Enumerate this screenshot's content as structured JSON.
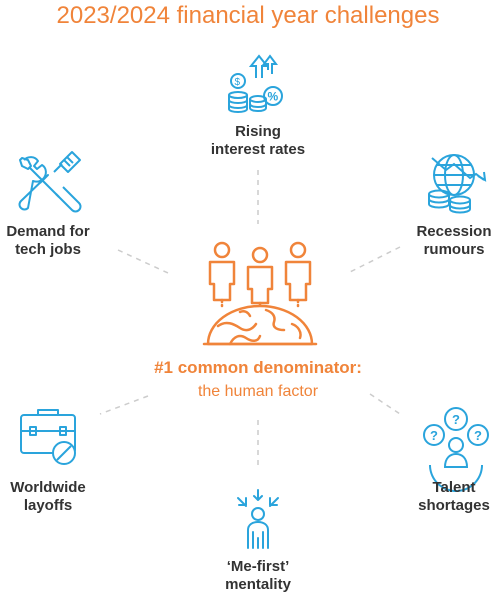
{
  "title": "2023/2024 financial year challenges",
  "center": {
    "headline": "#1 common denominator:",
    "subline": "the human factor"
  },
  "challenges": [
    {
      "line1": "Rising",
      "line2": "interest rates",
      "icon": "money-growth-icon"
    },
    {
      "line1": "Demand for",
      "line2": "tech jobs",
      "icon": "tools-icon"
    },
    {
      "line1": "Recession",
      "line2": "rumours",
      "icon": "globe-decline-icon"
    },
    {
      "line1": "Worldwide",
      "line2": "layoffs",
      "icon": "briefcase-blocked-icon"
    },
    {
      "line1": "Talent",
      "line2": "shortages",
      "icon": "person-questions-icon"
    },
    {
      "line1": "‘Me-first’",
      "line2": "mentality",
      "icon": "self-focus-person-icon"
    }
  ],
  "colors": {
    "accent_orange": "#f0843a",
    "icon_blue": "#2aa4dc",
    "label_text": "#333333",
    "connector": "#cccccc"
  }
}
